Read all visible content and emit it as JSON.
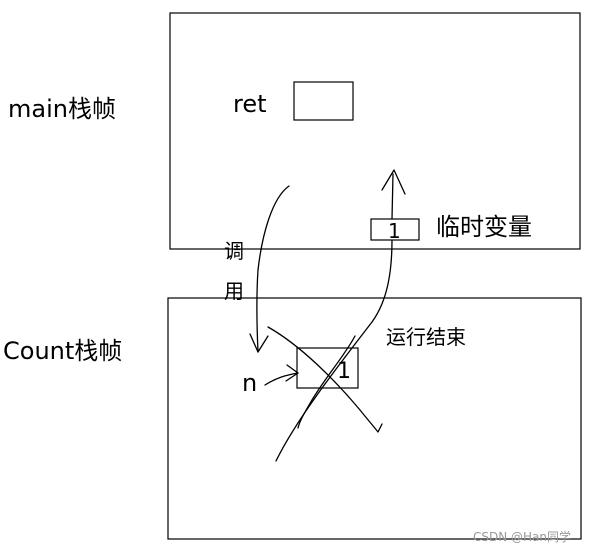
{
  "frames": {
    "main": {
      "label": "main栈帧",
      "var_label": "ret",
      "temp_value": "1",
      "temp_label": "临时变量"
    },
    "count": {
      "label": "Count栈帧",
      "param_label": "n",
      "param_value": "1"
    }
  },
  "annotations": {
    "call_char1": "调",
    "call_char2": "用",
    "end_label": "运行结束"
  },
  "watermark": "CSDN @Han同学"
}
